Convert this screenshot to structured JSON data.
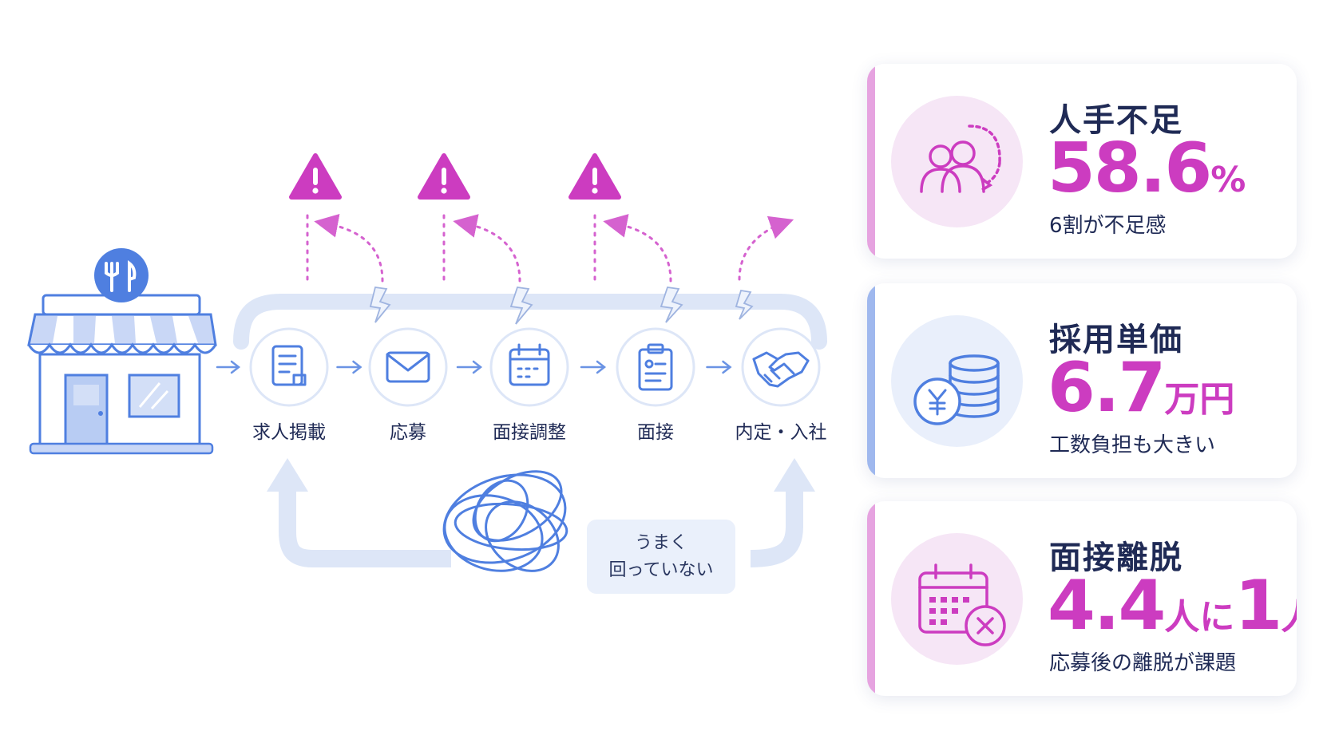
{
  "colors": {
    "brand_blue": "#4f7fe0",
    "light_blue": "#dce6f8",
    "magenta": "#cc3cc0",
    "pink_accent": "#e6a3e0",
    "navy_text": "#1f2a55"
  },
  "process": {
    "steps": [
      {
        "label": "求人掲載",
        "icon": "document-icon"
      },
      {
        "label": "応募",
        "icon": "mail-icon"
      },
      {
        "label": "面接調整",
        "icon": "calendar-icon"
      },
      {
        "label": "面接",
        "icon": "clipboard-icon"
      },
      {
        "label": "内定・入社",
        "icon": "handshake-icon"
      }
    ],
    "note_line1": "うまく",
    "note_line2": "回っていない"
  },
  "cards": [
    {
      "title": "人手不足",
      "value": "58.6",
      "unit": "%",
      "desc": "6割が不足感",
      "icon": "people-icon"
    },
    {
      "title": "採用単価",
      "value": "6.7",
      "unit": "万円",
      "desc": "工数負担も大きい",
      "icon": "yen-coins-icon"
    },
    {
      "title": "面接離脱",
      "value": "4.4",
      "unit": "人に",
      "value2": "1",
      "unit2": "人",
      "desc": "応募後の離脱が課題",
      "icon": "calendar-cancel-icon"
    }
  ]
}
